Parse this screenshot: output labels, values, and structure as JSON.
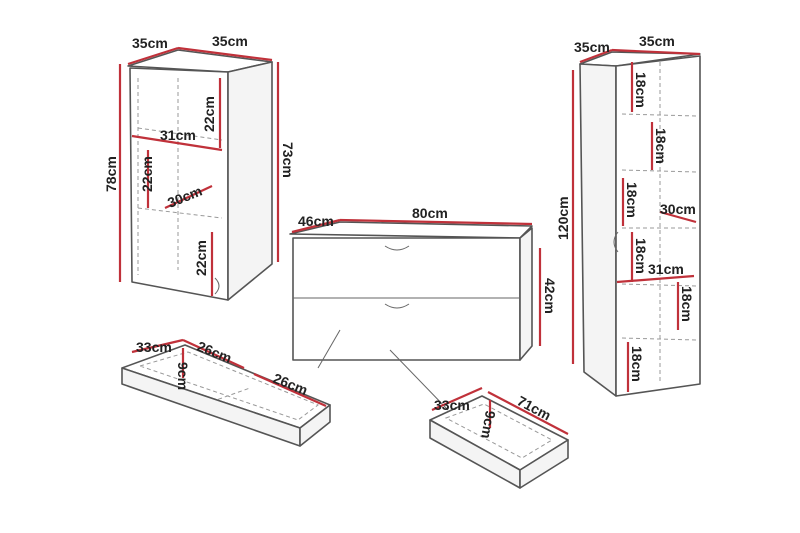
{
  "colors": {
    "dimension_line": "#c0313a",
    "outline": "#555555"
  },
  "wall_cabinet": {
    "depth": "35cm",
    "width": "35cm",
    "height_outer": "78cm",
    "height_side": "73cm",
    "shelf_height_1": "22cm",
    "shelf_width": "31cm",
    "shelf_height_2": "22cm",
    "shelf_depth": "30cm",
    "shelf_height_3": "22cm"
  },
  "dresser": {
    "depth": "46cm",
    "width": "80cm",
    "height": "42cm"
  },
  "drawer_left": {
    "depth": "33cm",
    "width_a": "26cm",
    "height": "9cm",
    "width_b": "26cm"
  },
  "drawer_right": {
    "depth": "33cm",
    "width": "71cm",
    "height": "9cm"
  },
  "tall_cabinet": {
    "depth": "35cm",
    "width": "35cm",
    "height": "120cm",
    "shelf_heights": [
      "18cm",
      "18cm",
      "18cm",
      "18cm",
      "18cm",
      "18cm"
    ],
    "shelf_depth": "30cm",
    "shelf_width": "31cm"
  }
}
